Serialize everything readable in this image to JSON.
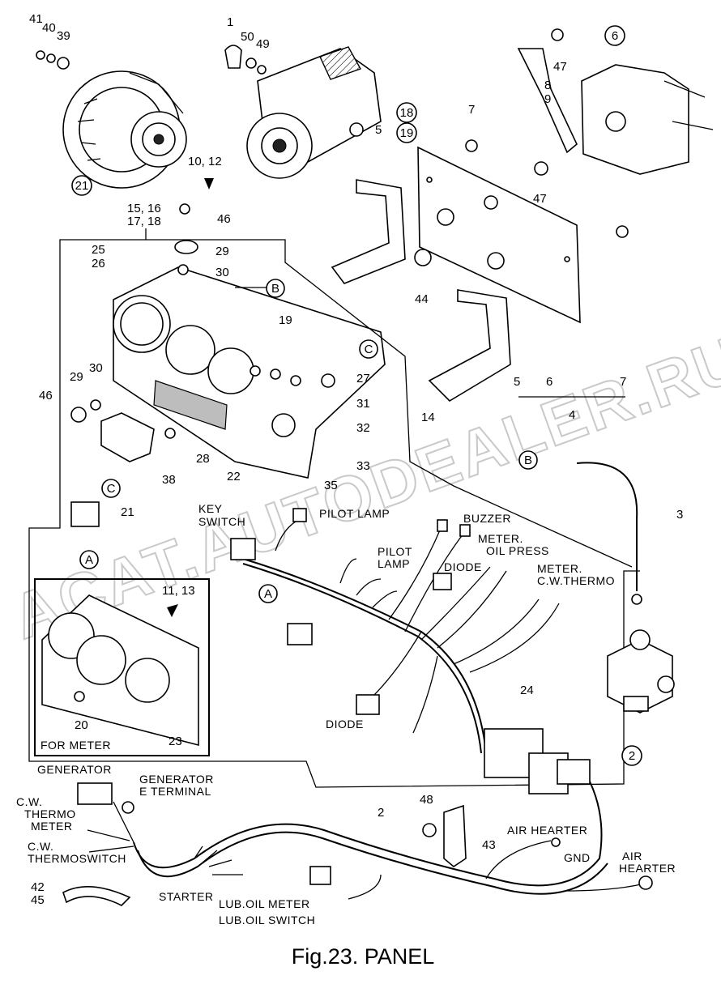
{
  "figure": {
    "caption": "Fig.23.  PANEL",
    "watermark": "ACAT.AUTODEALER.RU"
  },
  "callouts": {
    "n41": "41",
    "n40": "40",
    "n39": "39",
    "n1": "1",
    "n50": "50",
    "n49": "49",
    "n18": "18",
    "n19": "19",
    "n21_alt": "21",
    "n10_12": "10, 12",
    "n15_16": "15, 16",
    "n17_18": "17, 18",
    "n46_top": "46",
    "n5_top": "5",
    "n7_top": "7",
    "n47_top": "47",
    "n8": "8",
    "n9": "9",
    "n6_top": "6",
    "n47_mid": "47",
    "n44": "44",
    "n25": "25",
    "n26": "26",
    "n29_top": "29",
    "n30_top": "30",
    "n19_panel": "19",
    "n27": "27",
    "n31": "31",
    "n32": "32",
    "n14": "14",
    "n33": "33",
    "n35": "35",
    "n22": "22",
    "n28": "28",
    "n29_left": "29",
    "n30_left": "30",
    "n46_left": "46",
    "n38": "38",
    "n21_conn": "21",
    "n5_bot": "5",
    "n6_bot": "6",
    "n7_bot": "7",
    "n4": "4",
    "n3": "3",
    "n2_right": "2",
    "n24": "24",
    "n11_13": "11, 13",
    "n20": "20",
    "n23": "23",
    "n2_harness": "2",
    "n48": "48",
    "n43": "43",
    "n42": "42",
    "n45": "45"
  },
  "refs": {
    "A_top": "A",
    "A_mid": "A",
    "B_panel": "B",
    "B_cable": "B",
    "C_panel": "C",
    "C_conn": "C",
    "circ6": "6",
    "circ18": "18",
    "circ19": "19",
    "circ21": "21",
    "circ2": "2"
  },
  "labels": {
    "key_switch_1": "KEY",
    "key_switch_2": "SWITCH",
    "pilot_lamp_top": "PILOT LAMP",
    "buzzer": "BUZZER",
    "meter_oil_1": "METER.",
    "meter_oil_2": "OIL PRESS",
    "pilot_lamp_1": "PILOT",
    "pilot_lamp_2": "LAMP",
    "diode_top": "DIODE",
    "meter_cw_1": "METER.",
    "meter_cw_2": "C.W.THERMO",
    "diode_bottom": "DIODE",
    "for_meter": "FOR METER",
    "generator": "GENERATOR",
    "generator_e_1": "GENERATOR",
    "generator_e_2": "E TERMINAL",
    "cw_thermo_meter_1": "C.W.",
    "cw_thermo_meter_2": "THERMO",
    "cw_thermo_meter_3": "METER",
    "cw_thermoswitch_1": "C.W.",
    "cw_thermoswitch_2": "THERMOSWITCH",
    "starter": "STARTER",
    "lub_oil_meter": "LUB.OIL METER",
    "lub_oil_switch": "LUB.OIL SWITCH",
    "air_hearter_top": "AIR HEARTER",
    "gnd": "GND",
    "air_hearter_1": "AIR",
    "air_hearter_2": "HEARTER"
  }
}
